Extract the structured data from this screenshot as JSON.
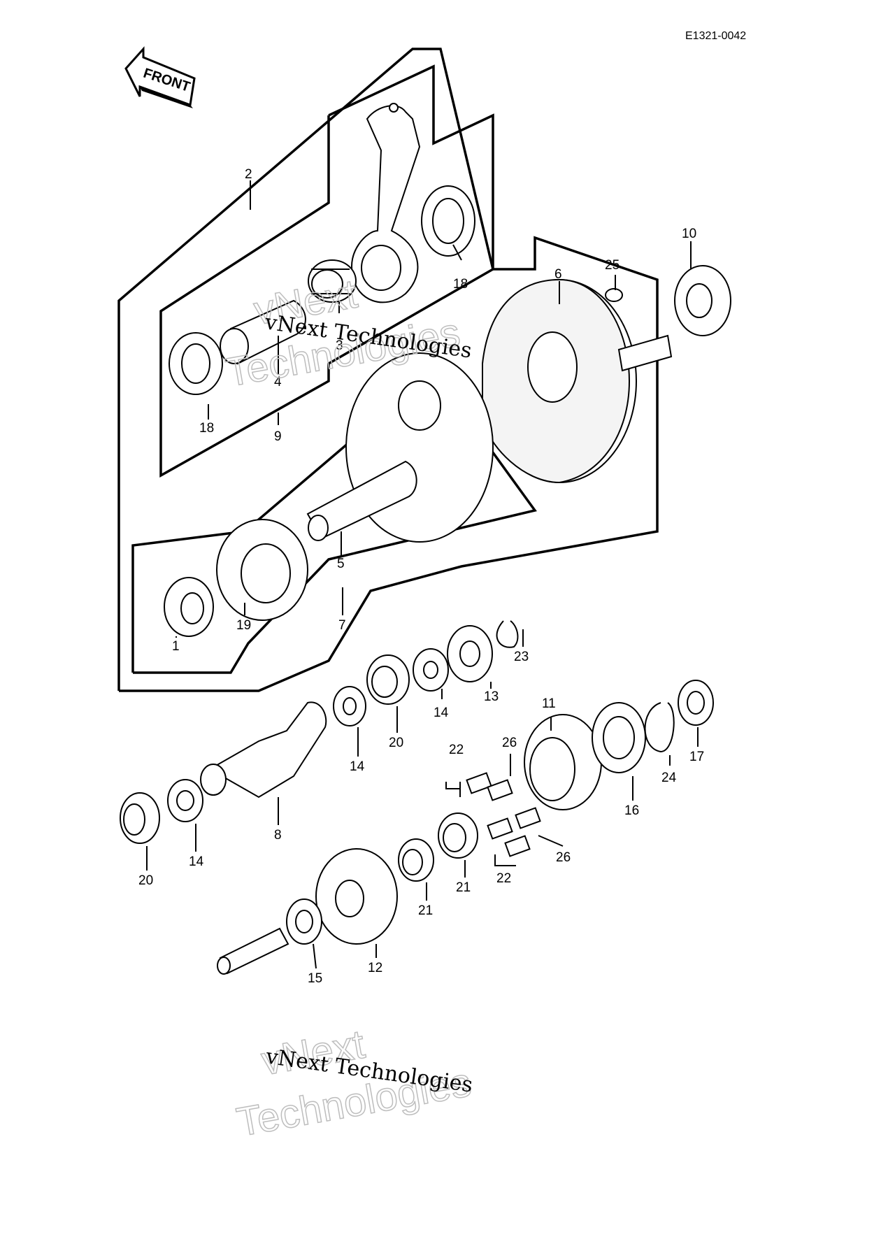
{
  "drawing_code": "E1321-0042",
  "front_label": "FRONT",
  "watermark": {
    "text": "vNext Technologies",
    "ghost_line1": "vNext",
    "ghost_line2": "Technologies"
  },
  "callouts": [
    {
      "id": "c2",
      "text": "2"
    },
    {
      "id": "c10",
      "text": "10"
    },
    {
      "id": "c25",
      "text": "25"
    },
    {
      "id": "c6",
      "text": "6"
    },
    {
      "id": "c18a",
      "text": "18"
    },
    {
      "id": "c3",
      "text": "3"
    },
    {
      "id": "c4",
      "text": "4"
    },
    {
      "id": "c18b",
      "text": "18"
    },
    {
      "id": "c9",
      "text": "9"
    },
    {
      "id": "c5",
      "text": "5"
    },
    {
      "id": "c19",
      "text": "19"
    },
    {
      "id": "c7",
      "text": "7"
    },
    {
      "id": "c1",
      "text": "1"
    },
    {
      "id": "c23",
      "text": "23"
    },
    {
      "id": "c13",
      "text": "13"
    },
    {
      "id": "c14a",
      "text": "14"
    },
    {
      "id": "c20a",
      "text": "20"
    },
    {
      "id": "c14b",
      "text": "14"
    },
    {
      "id": "c11",
      "text": "11"
    },
    {
      "id": "c22a",
      "text": "22"
    },
    {
      "id": "c26a",
      "text": "26"
    },
    {
      "id": "c17",
      "text": "17"
    },
    {
      "id": "c24",
      "text": "24"
    },
    {
      "id": "c16",
      "text": "16"
    },
    {
      "id": "c8",
      "text": "8"
    },
    {
      "id": "c14c",
      "text": "14"
    },
    {
      "id": "c20b",
      "text": "20"
    },
    {
      "id": "c26b",
      "text": "26"
    },
    {
      "id": "c21a",
      "text": "21"
    },
    {
      "id": "c22b",
      "text": "22"
    },
    {
      "id": "c21b",
      "text": "21"
    },
    {
      "id": "c12",
      "text": "12"
    },
    {
      "id": "c15",
      "text": "15"
    }
  ]
}
